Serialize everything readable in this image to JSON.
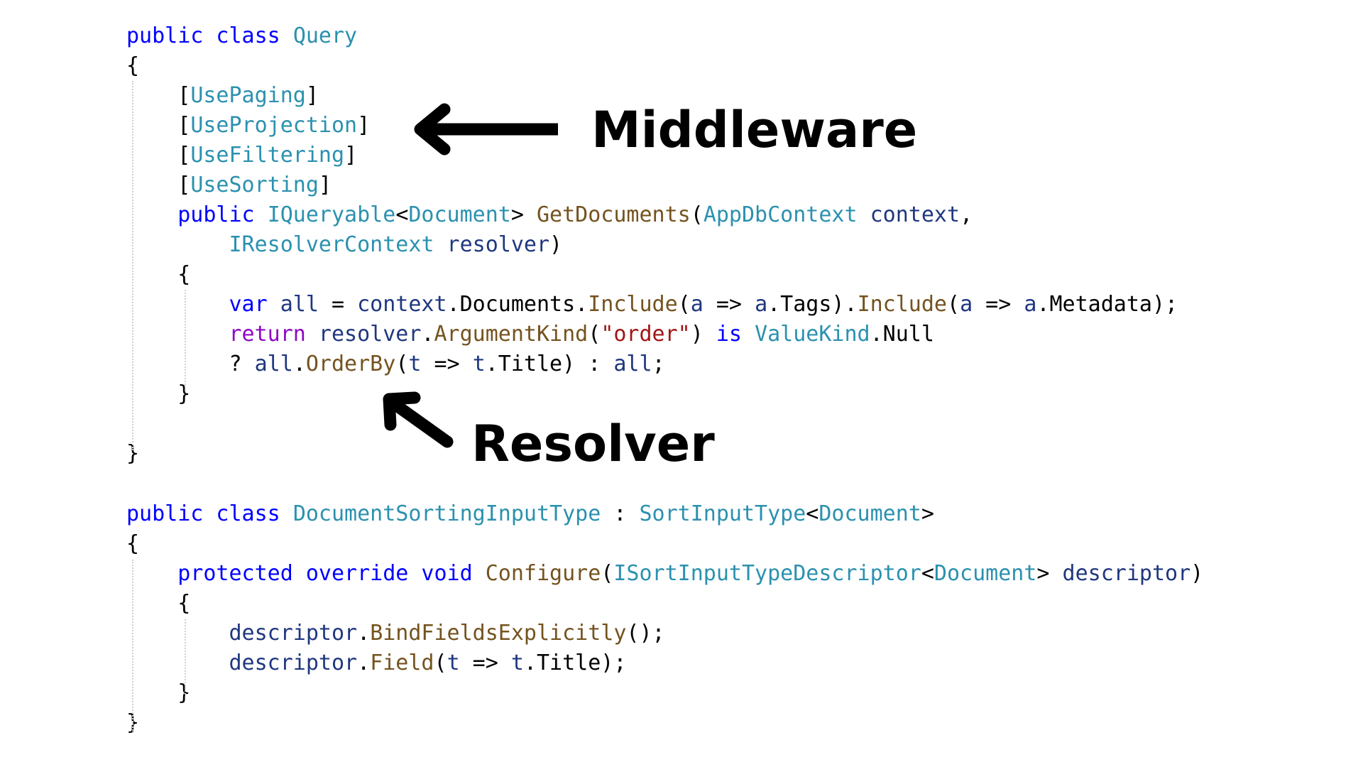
{
  "colors": {
    "keyword": "#0000ff",
    "control_keyword": "#8f08c4",
    "type": "#2b91af",
    "method": "#74531f",
    "identifier": "#1f377f",
    "string": "#a31515",
    "punctuation": "#000000",
    "annotation": "#000000",
    "guide": "#cfcfcf"
  },
  "code_blocks": [
    {
      "name": "query-class",
      "lines": [
        [
          [
            "public class ",
            "keyword"
          ],
          [
            "Query",
            "type"
          ]
        ],
        [
          [
            "{",
            "punctuation"
          ]
        ],
        [
          [
            "    [",
            "punctuation"
          ],
          [
            "UsePaging",
            "type"
          ],
          [
            "]",
            "punctuation"
          ]
        ],
        [
          [
            "    [",
            "punctuation"
          ],
          [
            "UseProjection",
            "type"
          ],
          [
            "]",
            "punctuation"
          ]
        ],
        [
          [
            "    [",
            "punctuation"
          ],
          [
            "UseFiltering",
            "type"
          ],
          [
            "]",
            "punctuation"
          ]
        ],
        [
          [
            "    [",
            "punctuation"
          ],
          [
            "UseSorting",
            "type"
          ],
          [
            "]",
            "punctuation"
          ]
        ],
        [
          [
            "    public ",
            "keyword"
          ],
          [
            "IQueryable",
            "type"
          ],
          [
            "<",
            "punctuation"
          ],
          [
            "Document",
            "type"
          ],
          [
            "> ",
            "punctuation"
          ],
          [
            "GetDocuments",
            "method"
          ],
          [
            "(",
            "punctuation"
          ],
          [
            "AppDbContext",
            "type"
          ],
          [
            " context",
            "identifier"
          ],
          [
            ",",
            "punctuation"
          ]
        ],
        [
          [
            "        ",
            "punctuation"
          ],
          [
            "IResolverContext",
            "type"
          ],
          [
            " resolver",
            "identifier"
          ],
          [
            ")",
            "punctuation"
          ]
        ],
        [
          [
            "    {",
            "punctuation"
          ]
        ],
        [
          [
            "        ",
            "punctuation"
          ],
          [
            "var",
            "keyword"
          ],
          [
            " all ",
            "identifier"
          ],
          [
            "= ",
            "punctuation"
          ],
          [
            "context",
            "identifier"
          ],
          [
            ".Documents.",
            "punctuation"
          ],
          [
            "Include",
            "method"
          ],
          [
            "(",
            "punctuation"
          ],
          [
            "a",
            "identifier"
          ],
          [
            " => ",
            "punctuation"
          ],
          [
            "a",
            "identifier"
          ],
          [
            ".Tags).",
            "punctuation"
          ],
          [
            "Include",
            "method"
          ],
          [
            "(",
            "punctuation"
          ],
          [
            "a",
            "identifier"
          ],
          [
            " => ",
            "punctuation"
          ],
          [
            "a",
            "identifier"
          ],
          [
            ".Metadata);",
            "punctuation"
          ]
        ],
        [
          [
            "        ",
            "punctuation"
          ],
          [
            "return",
            "control_keyword"
          ],
          [
            " resolver",
            "identifier"
          ],
          [
            ".",
            "punctuation"
          ],
          [
            "ArgumentKind",
            "method"
          ],
          [
            "(",
            "punctuation"
          ],
          [
            "\"order\"",
            "string"
          ],
          [
            ") ",
            "punctuation"
          ],
          [
            "is",
            "keyword"
          ],
          [
            " ",
            "punctuation"
          ],
          [
            "ValueKind",
            "type"
          ],
          [
            ".Null",
            "punctuation"
          ]
        ],
        [
          [
            "        ? ",
            "punctuation"
          ],
          [
            "all",
            "identifier"
          ],
          [
            ".",
            "punctuation"
          ],
          [
            "OrderBy",
            "method"
          ],
          [
            "(",
            "punctuation"
          ],
          [
            "t",
            "identifier"
          ],
          [
            " => ",
            "punctuation"
          ],
          [
            "t",
            "identifier"
          ],
          [
            ".Title) : ",
            "punctuation"
          ],
          [
            "all",
            "identifier"
          ],
          [
            ";",
            "punctuation"
          ]
        ],
        [
          [
            "    }",
            "punctuation"
          ]
        ],
        [
          [
            "",
            "punctuation"
          ]
        ],
        [
          [
            "}",
            "punctuation"
          ]
        ]
      ]
    },
    {
      "name": "document-sorting-input-type-class",
      "lines": [
        [
          [
            "public class ",
            "keyword"
          ],
          [
            "DocumentSortingInputType",
            "type"
          ],
          [
            " : ",
            "punctuation"
          ],
          [
            "SortInputType",
            "type"
          ],
          [
            "<",
            "punctuation"
          ],
          [
            "Document",
            "type"
          ],
          [
            ">",
            "punctuation"
          ]
        ],
        [
          [
            "{",
            "punctuation"
          ]
        ],
        [
          [
            "    protected override void ",
            "keyword"
          ],
          [
            "Configure",
            "method"
          ],
          [
            "(",
            "punctuation"
          ],
          [
            "ISortInputTypeDescriptor",
            "type"
          ],
          [
            "<",
            "punctuation"
          ],
          [
            "Document",
            "type"
          ],
          [
            "> ",
            "punctuation"
          ],
          [
            "descriptor",
            "identifier"
          ],
          [
            ")",
            "punctuation"
          ]
        ],
        [
          [
            "    {",
            "punctuation"
          ]
        ],
        [
          [
            "        ",
            "punctuation"
          ],
          [
            "descriptor",
            "identifier"
          ],
          [
            ".",
            "punctuation"
          ],
          [
            "BindFieldsExplicitly",
            "method"
          ],
          [
            "();",
            "punctuation"
          ]
        ],
        [
          [
            "        ",
            "punctuation"
          ],
          [
            "descriptor",
            "identifier"
          ],
          [
            ".",
            "punctuation"
          ],
          [
            "Field",
            "method"
          ],
          [
            "(",
            "punctuation"
          ],
          [
            "t",
            "identifier"
          ],
          [
            " => ",
            "punctuation"
          ],
          [
            "t",
            "identifier"
          ],
          [
            ".Title);",
            "punctuation"
          ]
        ],
        [
          [
            "    }",
            "punctuation"
          ]
        ],
        [
          [
            "}",
            "punctuation"
          ]
        ]
      ]
    }
  ],
  "annotations": {
    "middleware_label": "Middleware",
    "resolver_label": "Resolver"
  }
}
